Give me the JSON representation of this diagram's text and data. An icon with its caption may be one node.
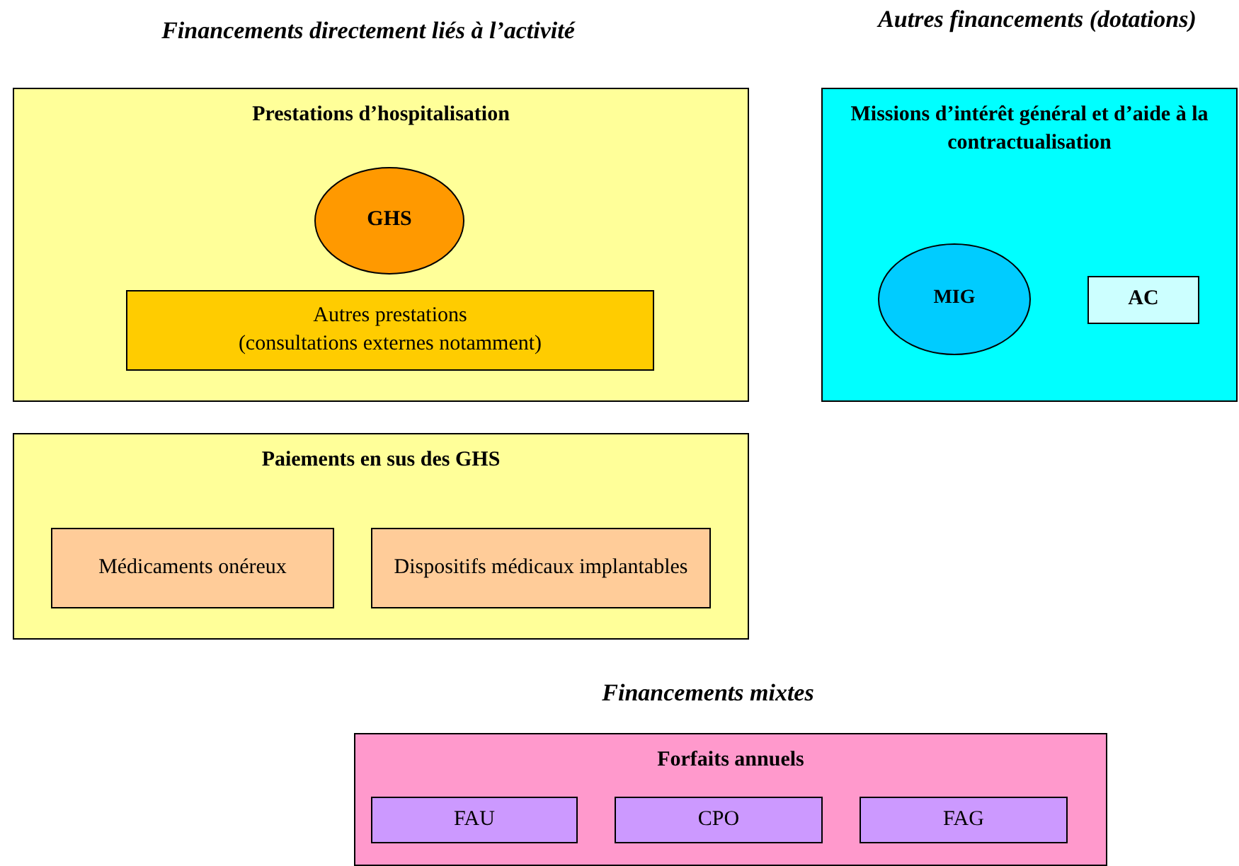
{
  "diagram": {
    "nodes": [
      {
        "text": [
          "Prestations d’hospitalisation"
        ]
      },
      {
        "text": [
          "GHS"
        ],
        "in": 0
      },
      {
        "text": [
          "Autres prestations",
          "(consultations externes notamment)"
        ],
        "in": 0
      },
      {
        "text": [
          "Missions d’intérêt général et d’aide à la contractualisation"
        ]
      },
      {
        "text": [
          "MIG"
        ],
        "in": 3
      },
      {
        "text": [
          "AC"
        ],
        "in": 3
      },
      {
        "text": [
          "Paiements en sus des GHS"
        ]
      },
      {
        "text": [
          "Médicaments onéreux"
        ],
        "in": 6
      },
      {
        "text": [
          "Dispositifs médicaux implantables"
        ],
        "in": 6
      },
      {
        "text": [
          "Forfaits annuels"
        ]
      },
      {
        "text": [
          "FAU"
        ],
        "in": 9
      },
      {
        "text": [
          "CPO"
        ],
        "in": 9
      },
      {
        "text": [
          "FAG"
        ],
        "in": 9
      }
    ],
    "edges": [],
    "labels": [
      "Financements directement liés à l’activité",
      "Autres financements (dotations)",
      "Financements mixtes"
    ]
  }
}
